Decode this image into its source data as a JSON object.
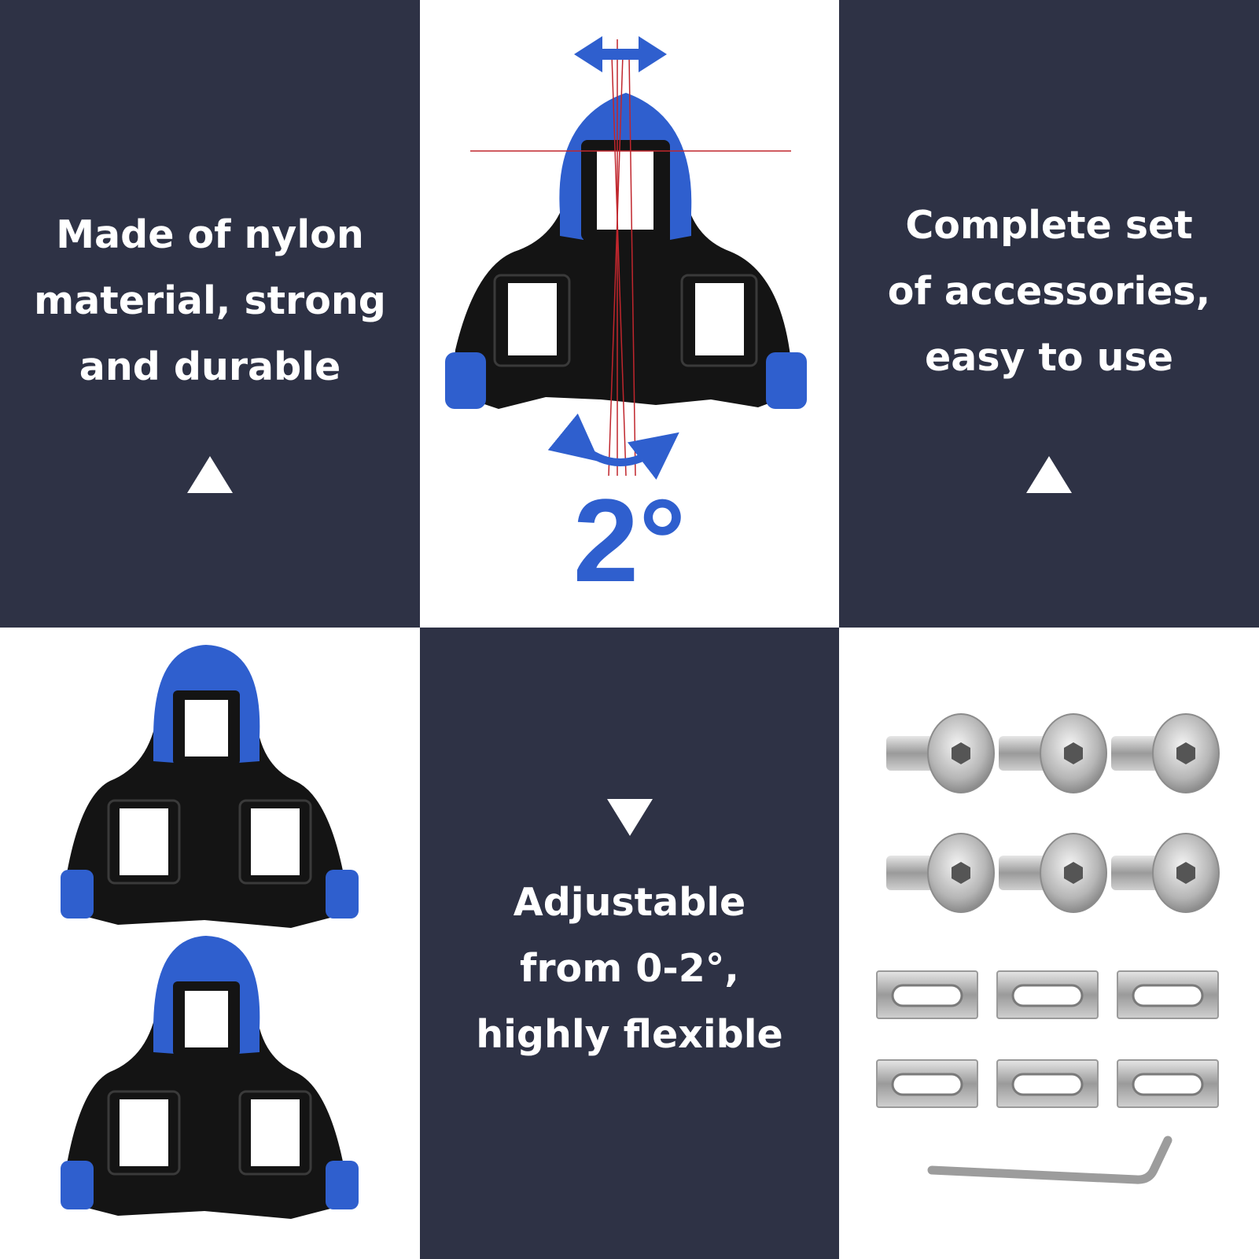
{
  "panels": {
    "material": {
      "lines": [
        "Made of nylon",
        "material, strong",
        "and durable"
      ]
    },
    "accessories": {
      "lines": [
        "Complete set",
        "of accessories,",
        "easy to use"
      ]
    },
    "adjustable": {
      "lines": [
        "Adjustable",
        "from 0-2°,",
        "highly flexible"
      ]
    },
    "angle_diagram": {
      "angle_label": "2°"
    }
  },
  "colors": {
    "dark_panel": "#2e3245",
    "cleat_blue": "#2f5fce",
    "cleat_black": "#141414",
    "guide_red": "#c0262d"
  },
  "icons": {
    "triangle_up": "triangle-up-icon",
    "triangle_down": "triangle-down-icon"
  }
}
